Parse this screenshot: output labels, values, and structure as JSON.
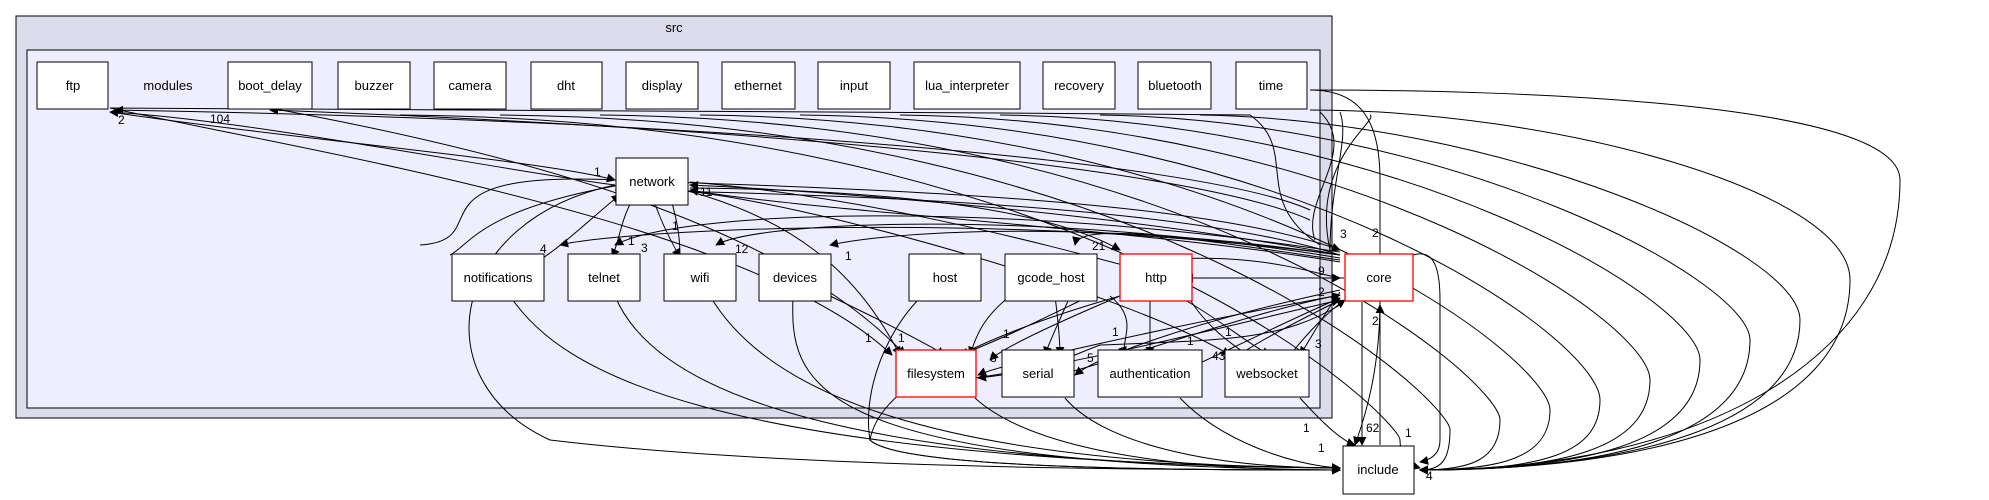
{
  "diagram": {
    "cluster_src_label": "src",
    "cluster_modules_label": "modules",
    "nodes": {
      "ftp": "ftp",
      "boot_delay": "boot_delay",
      "buzzer": "buzzer",
      "camera": "camera",
      "dht": "dht",
      "display": "display",
      "ethernet": "ethernet",
      "input": "input",
      "lua_interpreter": "lua_interpreter",
      "recovery": "recovery",
      "bluetooth": "bluetooth",
      "time": "time",
      "network": "network",
      "notifications": "notifications",
      "telnet": "telnet",
      "wifi": "wifi",
      "devices": "devices",
      "host": "host",
      "gcode_host": "gcode_host",
      "http": "http",
      "core": "core",
      "filesystem": "filesystem",
      "serial": "serial",
      "authentication": "authentication",
      "websocket": "websocket",
      "include": "include"
    },
    "highlight_color": "#ff0000",
    "edge_labels": {
      "ftp_a": "2",
      "boot_delay_a": "104",
      "network_a": "1",
      "network_b": "11",
      "notif_a": "4",
      "telnet_a": "1",
      "telnet_b": "3",
      "wifi_a": "1",
      "wifi_b": "12",
      "devices_a": "1",
      "gcode_a": "21",
      "core_a": "2",
      "core_b": "3",
      "core_c": "9",
      "core_d": "2",
      "core_e": "2",
      "core_f": "62",
      "fs_a": "1",
      "fs_b": "1",
      "fs_c": "8",
      "serial_a": "5",
      "serial_b": "1",
      "auth_a": "1",
      "auth_b": "1",
      "ws_a": "1",
      "ws_b": "43",
      "ws_c": "3",
      "include_a": "1",
      "include_b": "1",
      "include_c": "1",
      "include_d": "4"
    }
  }
}
